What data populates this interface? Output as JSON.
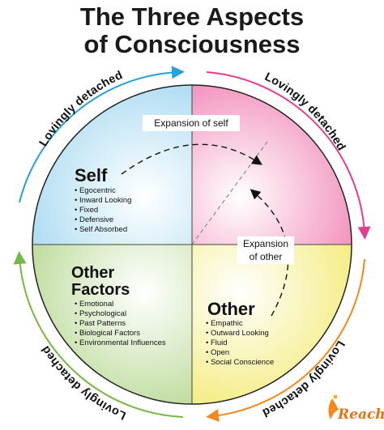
{
  "title_line1": "The Three Aspects",
  "title_line2": "of Consciousness",
  "arcs": {
    "top_left": "Lovingly detached",
    "top_right": "Lovingly detached",
    "bottom_right": "Lovingly detached",
    "bottom_left": "Lovingly detached"
  },
  "expansion": {
    "self": "Expansion of self",
    "other_line1": "Expansion",
    "other_line2": "of other"
  },
  "quadrants": {
    "self": {
      "title": "Self",
      "items": [
        "Egocentric",
        "Inward Looking",
        "Fixed",
        "Defensive",
        "Self Absorbed"
      ]
    },
    "other_factors": {
      "title_line1": "Other",
      "title_line2": "Factors",
      "items": [
        "Emotional",
        "Psychological",
        "Past Patterns",
        "Biological Factors",
        "Environmental Influences"
      ]
    },
    "other": {
      "title": "Other",
      "items": [
        "Empathic",
        "Outward Looking",
        "Fluid",
        "Open",
        "Social Conscience"
      ]
    }
  },
  "logo": {
    "text": "Reach",
    "icon": "flame-figure-icon"
  },
  "colors": {
    "self_quadrant": "#bfe3f4",
    "top_right_quadrant": "#f6bcd6",
    "other_factors_quadrant": "#cfe3b2",
    "other_quadrant": "#f6f0a6",
    "arc_blue": "#2a9fd8",
    "arc_pink": "#e43f8e",
    "arc_orange": "#f28a1e",
    "arc_green": "#77b843"
  }
}
